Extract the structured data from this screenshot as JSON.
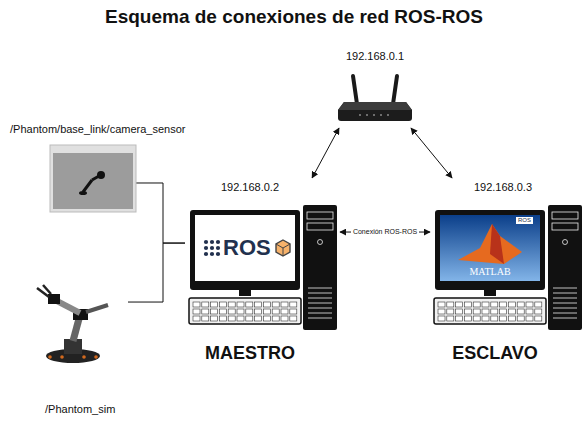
{
  "diagram": {
    "title": "Esquema de conexiones de red ROS-ROS",
    "nodes": [
      {
        "text": [
          "192.168.0.1"
        ]
      },
      {
        "text": [
          "192.168.0.2",
          "ROS",
          "MAESTRO"
        ]
      },
      {
        "text": [
          "192.168.0.3",
          "MATLAB",
          "ROS",
          "ESCLAVO"
        ]
      },
      {
        "text": [
          "/Phantom/base_link/camera_sensor"
        ]
      },
      {
        "text": [
          "/Phantom_sim"
        ]
      }
    ],
    "edges": [
      {
        "from": 0,
        "to": 1,
        "arrow": "both"
      },
      {
        "from": 0,
        "to": 2,
        "arrow": "both"
      },
      {
        "from": 1,
        "to": 2,
        "label": "Conexión ROS-ROS",
        "arrow": "both"
      },
      {
        "from": 3,
        "to": 1,
        "arrow": "none"
      },
      {
        "from": 4,
        "to": 1,
        "arrow": "none"
      }
    ]
  }
}
